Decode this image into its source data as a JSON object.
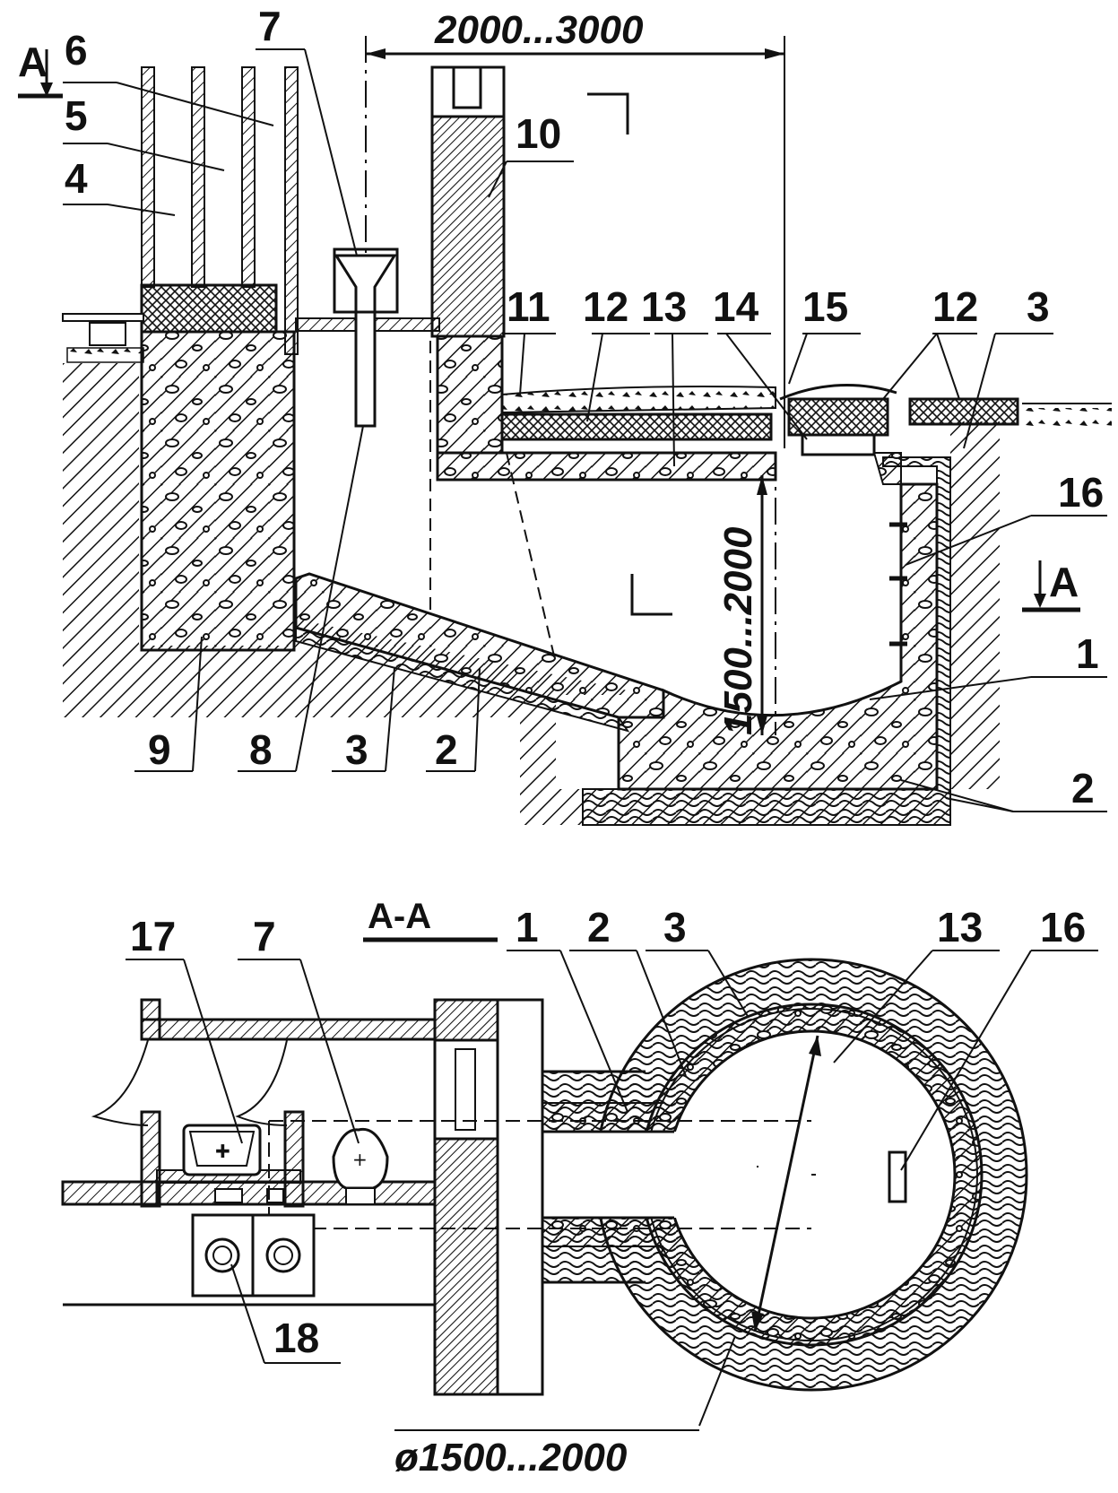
{
  "dimensions": {
    "width_range": "2000...3000",
    "height_range": "1500...2000",
    "diameter_range": "ø1500...2000"
  },
  "section": {
    "marker_top": "A",
    "marker_right": "A",
    "title": "A-A"
  },
  "labels": {
    "n1": "1",
    "n2": "2",
    "n3": "3",
    "n4": "4",
    "n5": "5",
    "n6": "6",
    "n7": "7",
    "n8": "8",
    "n9": "9",
    "n10": "10",
    "n11": "11",
    "n12": "12",
    "n13": "13",
    "n14": "14",
    "n15": "15",
    "n16": "16",
    "n17": "17",
    "n18": "18"
  }
}
